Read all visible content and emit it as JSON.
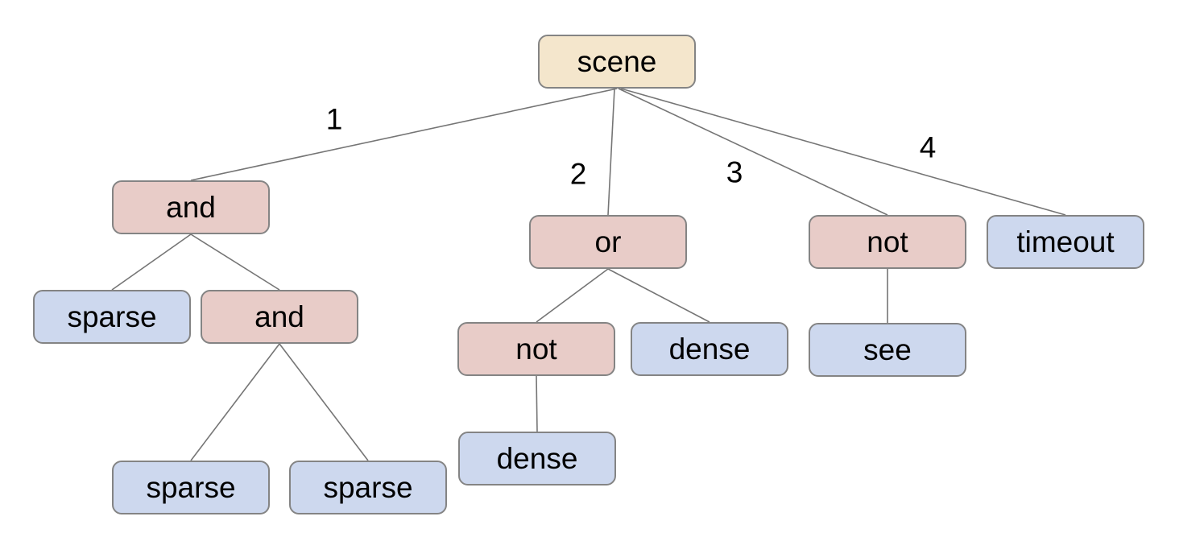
{
  "diagram": {
    "type": "tree",
    "colors": {
      "background": "#ffffff",
      "root_fill": "#f4e6cc",
      "operator_fill": "#e8ccc8",
      "leaf_fill": "#cdd8ee",
      "node_border": "#848484",
      "edge_line": "#757575",
      "text": "#000000"
    },
    "nodes": {
      "scene": {
        "label": "scene",
        "role": "root"
      },
      "and_1": {
        "label": "and",
        "role": "operator"
      },
      "or_1": {
        "label": "or",
        "role": "operator"
      },
      "not_1": {
        "label": "not",
        "role": "operator"
      },
      "timeout": {
        "label": "timeout",
        "role": "leaf"
      },
      "sparse_1": {
        "label": "sparse",
        "role": "leaf"
      },
      "and_2": {
        "label": "and",
        "role": "operator"
      },
      "not_2": {
        "label": "not",
        "role": "operator"
      },
      "dense_1": {
        "label": "dense",
        "role": "leaf"
      },
      "see": {
        "label": "see",
        "role": "leaf"
      },
      "dense_2": {
        "label": "dense",
        "role": "leaf"
      },
      "sparse_2": {
        "label": "sparse",
        "role": "leaf"
      },
      "sparse_3": {
        "label": "sparse",
        "role": "leaf"
      }
    },
    "edges": [
      {
        "from": "scene",
        "to": "and_1",
        "label": "1"
      },
      {
        "from": "scene",
        "to": "or_1",
        "label": "2"
      },
      {
        "from": "scene",
        "to": "not_1",
        "label": "3"
      },
      {
        "from": "scene",
        "to": "timeout",
        "label": "4"
      },
      {
        "from": "and_1",
        "to": "sparse_1",
        "label": ""
      },
      {
        "from": "and_1",
        "to": "and_2",
        "label": ""
      },
      {
        "from": "and_2",
        "to": "sparse_2",
        "label": ""
      },
      {
        "from": "and_2",
        "to": "sparse_3",
        "label": ""
      },
      {
        "from": "or_1",
        "to": "not_2",
        "label": ""
      },
      {
        "from": "or_1",
        "to": "dense_1",
        "label": ""
      },
      {
        "from": "not_2",
        "to": "dense_2",
        "label": ""
      },
      {
        "from": "not_1",
        "to": "see",
        "label": ""
      }
    ]
  }
}
